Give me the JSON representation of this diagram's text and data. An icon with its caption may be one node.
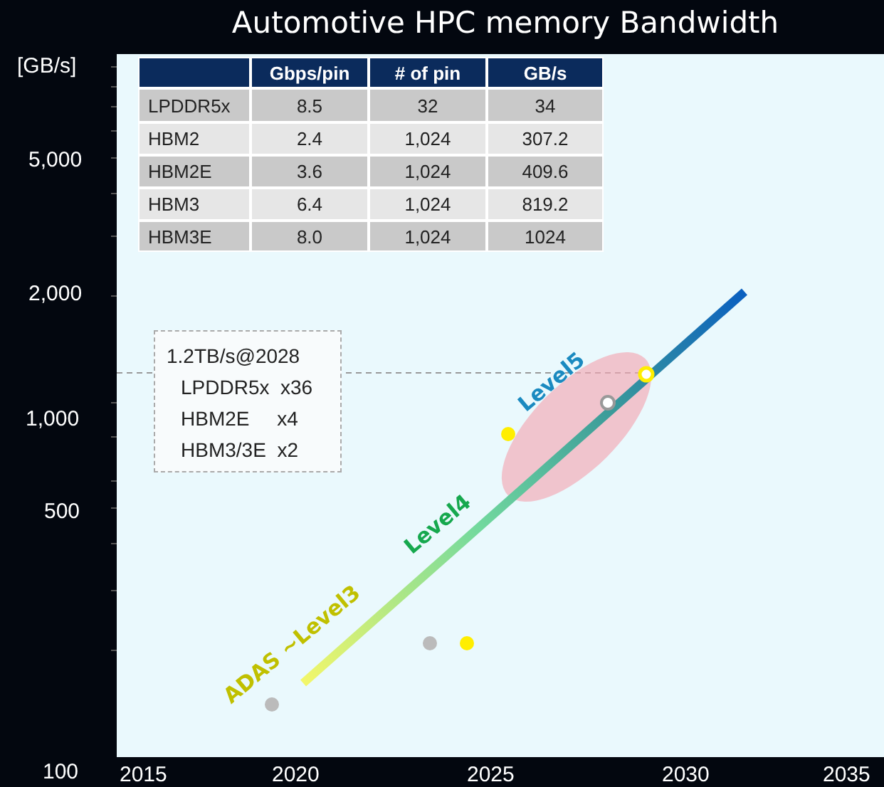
{
  "diagram": {
    "title": "Automotive HPC memory Bandwidth",
    "nodes": [
      {
        "text": [
          "1.2TB/s@2028",
          "LPDDR5x  x36",
          "HBM2E     x4",
          "HBM3/3E  x2"
        ]
      }
    ],
    "labels": [
      "[GB/s]",
      "Gbps/pin",
      "# of pin",
      "GB/s",
      "LPDDR5x",
      "8.5",
      "32",
      "34",
      "HBM2",
      "2.4",
      "1,024",
      "307.2",
      "HBM2E",
      "3.6",
      "1,024",
      "409.6",
      "HBM3",
      "6.4",
      "1,024",
      "819.2",
      "HBM3E",
      "8.0",
      "1,024",
      "1024",
      "5,000",
      "2,000",
      "Level5",
      "1,000",
      "500",
      "Level4",
      "ADAS ~Level3",
      "100",
      "2015",
      "2020",
      "2025",
      "2030",
      "2035"
    ]
  }
}
